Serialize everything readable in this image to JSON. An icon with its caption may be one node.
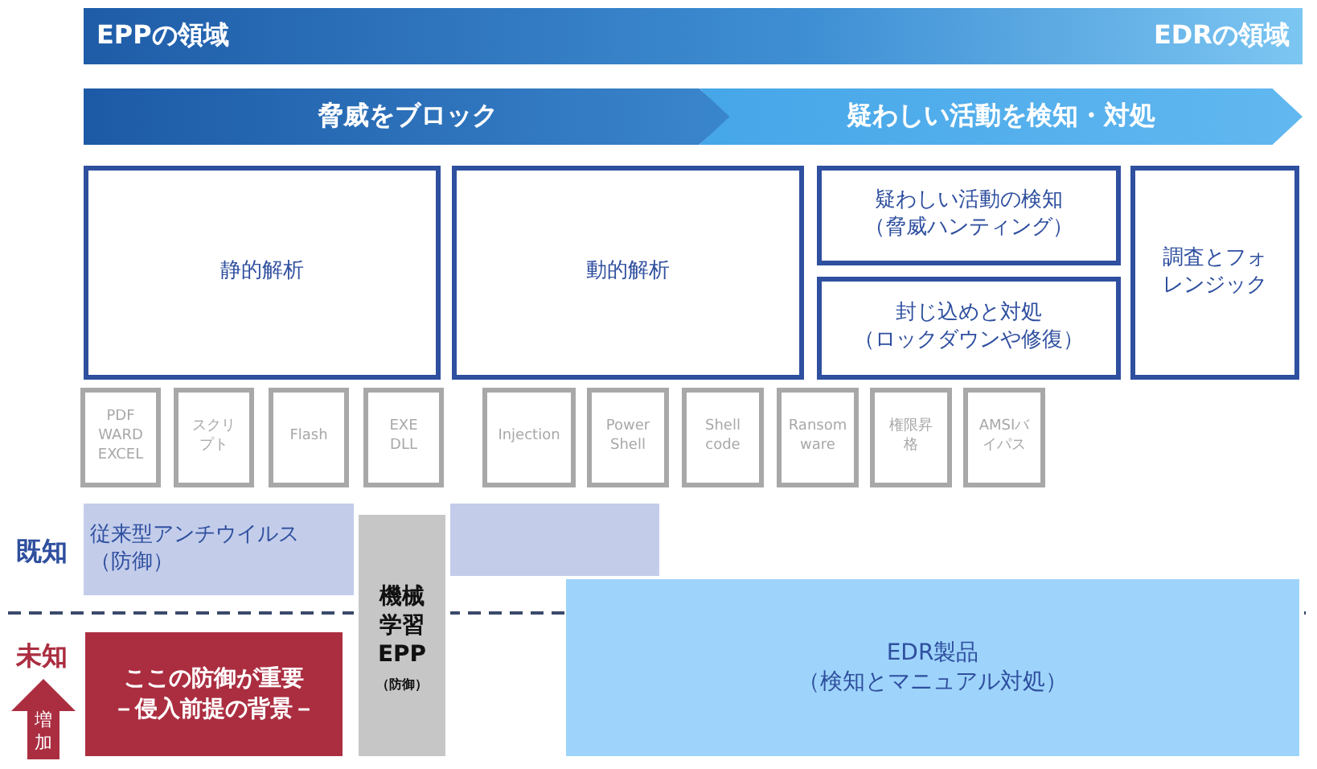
{
  "diagram": {
    "nodes": [
      {
        "text": [
          "EPPの領域",
          "EDRの領域"
        ]
      },
      {
        "text": [
          "脅威をブロック"
        ]
      },
      {
        "text": [
          "疑わしい活動を検知・対処"
        ]
      },
      {
        "text": [
          "静的解析"
        ]
      },
      {
        "text": [
          "動的解析"
        ]
      },
      {
        "text": [
          "疑わしい活動の検知",
          "（脅威ハンティング）"
        ]
      },
      {
        "text": [
          "封じ込めと対処",
          "（ロックダウンや修復）"
        ]
      },
      {
        "text": [
          "調査とフォレンジック"
        ]
      },
      {
        "text": [
          "PDF WARD EXCEL"
        ]
      },
      {
        "text": [
          "スクリプト"
        ]
      },
      {
        "text": [
          "Flash"
        ]
      },
      {
        "text": [
          "EXE DLL"
        ]
      },
      {
        "text": [
          "Injection"
        ]
      },
      {
        "text": [
          "Power Shell"
        ]
      },
      {
        "text": [
          "Shell code"
        ]
      },
      {
        "text": [
          "Ransom ware"
        ]
      },
      {
        "text": [
          "権限昇格"
        ]
      },
      {
        "text": [
          "AMSIバイパス"
        ]
      },
      {
        "text": [
          "従来型アンチウイルス",
          "（防御）"
        ]
      },
      {
        "text": [
          "機械学習EPP",
          "（防御）"
        ]
      },
      {
        "text": [
          "EDR製品",
          "（検知とマニュアル対処）"
        ]
      },
      {
        "text": [
          "ここの防御が重要",
          "－侵入前提の背景－"
        ]
      },
      {
        "text": [
          "増加"
        ]
      },
      {
        "text": [],
        "shape": "bar"
      }
    ],
    "edges": [],
    "labels": [
      "既知",
      "未知"
    ]
  }
}
